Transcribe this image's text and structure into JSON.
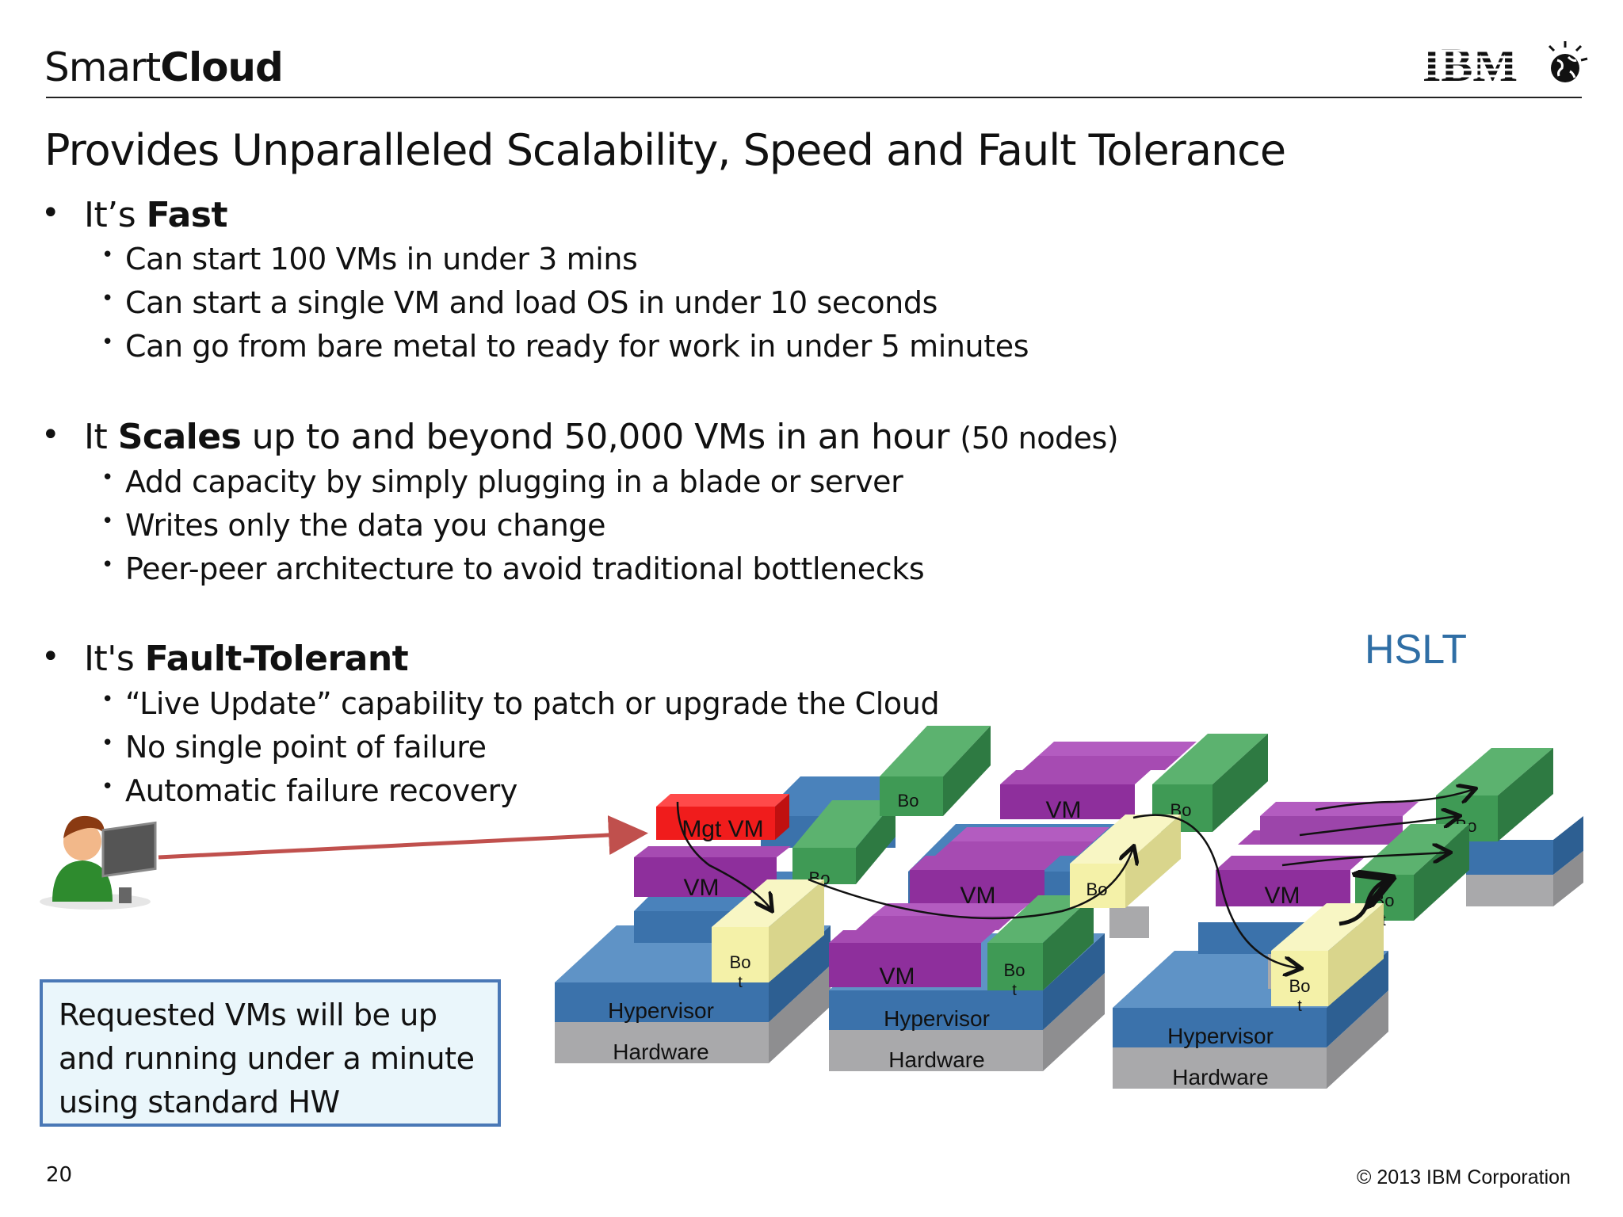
{
  "header": {
    "brand_light": "Smart",
    "brand_bold": "Cloud",
    "logo_text": "IBM"
  },
  "title": "Provides Unparalleled Scalability, Speed and Fault Tolerance",
  "sections": [
    {
      "prefix": "It’s ",
      "bold": "Fast",
      "suffix": "",
      "note": "",
      "items": [
        "Can start 100 VMs in under 3 mins",
        "Can start a single VM and load OS in under 10 seconds",
        "Can go from bare metal to ready for work in under 5 minutes"
      ]
    },
    {
      "prefix": "It ",
      "bold": "Scales",
      "suffix": " up to and beyond 50,000 VMs in an hour ",
      "note": "(50 nodes)",
      "items": [
        "Add capacity by simply plugging in a blade or server",
        "Writes only the data you change",
        "Peer-peer architecture to avoid traditional bottlenecks"
      ]
    },
    {
      "prefix": "It's ",
      "bold": "Fault-Tolerant",
      "suffix": "",
      "note": "",
      "items": [
        "“Live Update” capability to patch or upgrade the Cloud",
        "No single point of failure",
        "Automatic failure recovery"
      ]
    }
  ],
  "callout": "Requested VMs will be up and running under a minute using standard HW",
  "diagram": {
    "label": "HSLT",
    "mgt_vm": "Mgt VM",
    "vm": "VM",
    "hypervisor": "Hypervisor",
    "hardware": "Hardware",
    "boot_top": "Bo",
    "boot_bottom": "t",
    "colors": {
      "hypervisor": "#4a82bb",
      "hardware": "#a9a9ab",
      "vm": "#8e2f9c",
      "boot": "#f4f1a8",
      "green": "#3f9a55",
      "mgt": "#f01c1c",
      "arrow": "#c0504d"
    }
  },
  "footer": {
    "page": "20",
    "copyright": "© 2013 IBM Corporation"
  }
}
